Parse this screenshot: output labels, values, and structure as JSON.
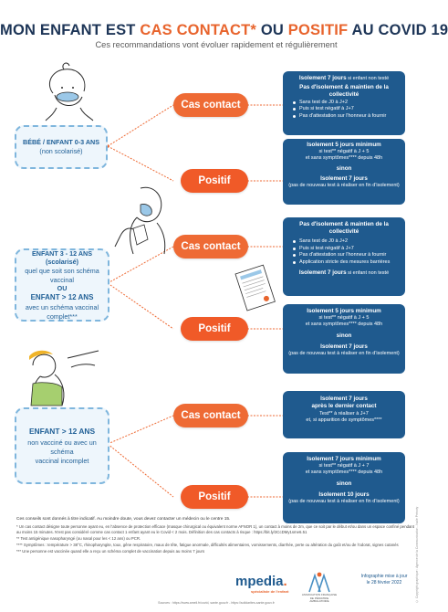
{
  "header": {
    "title_part1": "MON ENFANT EST ",
    "title_part2": "CAS CONTACT*",
    "title_part3": " OU ",
    "title_part4": "POSITIF",
    "title_part5": " AU COVID 19",
    "subtitle": "Ces recommandations vont évoluer rapidement et régulièrement"
  },
  "categories": [
    {
      "line1": "BÉBÉ / ENFANT 0-3 ANS",
      "line2": "(non scolarisé)"
    },
    {
      "line1": "ENFANT 3 - 12 ANS (scolarisé)",
      "line2": "quel que soit son schéma vaccinal",
      "line3": "OU",
      "line4": "ENFANT > 12 ANS",
      "line5": "avec un schéma vaccinal complet***"
    },
    {
      "line1": "ENFANT > 12 ANS",
      "line2": "non vacciné ou avec un schéma",
      "line3": "vaccinal incomplet"
    }
  ],
  "pills": {
    "contact": "Cas contact",
    "positif": "Positif"
  },
  "box1": {
    "l1b": "Isolement 7 jours",
    "l1": " si enfant non testé",
    "l2": "Pas d'isolement & maintien de la collectivité",
    "items": [
      "Sans test de J0 à J+2",
      "Puis si test négatif à J+7",
      "Pas d'attestation sur l'honneur à fournir"
    ]
  },
  "box2": {
    "l1": "Isolement 5 jours minimum",
    "l2": "si test** négatif à J + 5",
    "l3": "et sans symptômes**** depuis 48h",
    "sinon": "sinon",
    "l4": "Isolement 7 jours",
    "l5": "(pas de nouveau test à réaliser en fin d'isolement)"
  },
  "box3": {
    "l1": "Pas d'isolement & maintien de la collectivité",
    "items": [
      "Sans test de J0 à J+2",
      "Puis si test négatif à J+7",
      "Pas d'attestation sur l'honneur à fournir",
      "Application stricte des mesures barrières"
    ],
    "l2b": "Isolement 7 jours",
    "l2": " si enfant non testé"
  },
  "box4": {
    "l1": "Isolement 5 jours minimum",
    "l2": "si test** négatif à J + 5",
    "l3": "et sans symptômes**** depuis 48h",
    "sinon": "sinon",
    "l4": "Isolement 7 jours",
    "l5": "(pas de nouveau test à réaliser en fin d'isolement)"
  },
  "box5": {
    "l1": "Isolement 7 jours",
    "l2": "après le dernier contact",
    "l3": "Test** à réaliser à J+7",
    "l4": "et, si apparition de symptômes****"
  },
  "box6": {
    "l1": "Isolement 7 jours minimum",
    "l2": "si test** négatif à J + 7",
    "l3": "et sans symptômes**** depuis 48h",
    "sinon": "sinon",
    "l4": "Isolement 10 jours",
    "l5": "(pas de nouveau test à réaliser en fin d'isolement)"
  },
  "notes": [
    "Ces conseils sont donnés à titre indicatif. Au moindre doute, vous devez contacter un médecin ou le centre 15.",
    "* Un cas contact désigne toute personne ayant eu, en l'absence de protection efficace (masque chirurgical ou équivalent norme AFNOR 1), un contact à moins de 2m, que ce soit par le début et/ou dans un espace confiné pendant au moins 15 minutes. N'est pas considéré comme cas contact 1 enfant ayant eu le Covid < 2 mois. Définition des cas contacts à risque : https://bit.ly/3CcDMy1sme6.51",
    "** Test antigénique nasopharyngé (ou nasal pour les < 12 ans) ou PCR.",
    "**** Symptômes : température > 38°C, rhinopharyngite, toux, gêne respiratoire, maux de tête, fatigue anormale, difficultés alimentaires, vomissements, diarrhée, perte ou altération du goût et/ou de l'odorat, signes cutanés",
    "*** Une personne est vaccinée quand elle a reçu un schéma complet de vaccination depuis au moins 7 jours"
  ],
  "footer": {
    "sources": "Sources : https://www.ameli.fr/covid, sante.gouv.fr - https://solidarites-sante.gouv.fr",
    "brand": "mpedia",
    "brand_sub": "spécialiste de l'enfant",
    "afpa": "AFPA",
    "afpa_sub": "ASSOCIATION FRANÇAISE DE PÉDIATRIE AMBULATOIRE",
    "info1": "Infographie mise à jour",
    "info2": "le 28 février 2022",
    "copyright": "© Copyright graphique : Agence de la Communication - Isaïe Prévoty"
  },
  "colors": {
    "navy": "#1f5a8e",
    "orange": "#ee6a34",
    "light_blue": "#7fb6dd"
  }
}
